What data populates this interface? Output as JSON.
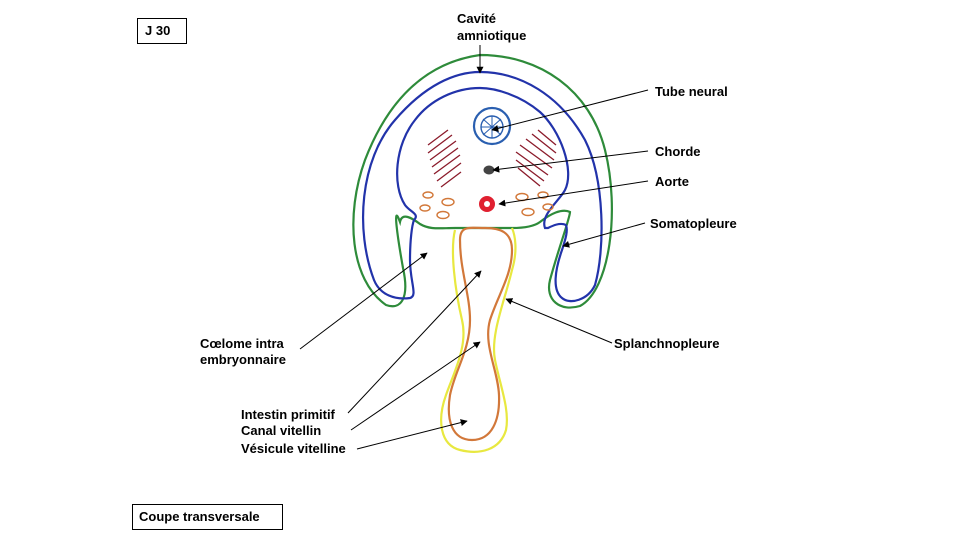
{
  "day_label": "J 30",
  "section_label": "Coupe transversale",
  "labels": {
    "cavite_line1": "Cavité",
    "cavite_line2": "amniotique",
    "tube_neural": "Tube neural",
    "chorde": "Chorde",
    "aorte": "Aorte",
    "somatopleure": "Somatopleure",
    "splanchnopleure": "Splanchnopleure",
    "coelome_line1": "Cœlome intra",
    "coelome_line2": "embryonnaire",
    "intestin": "Intestin primitif",
    "canal": "Canal vitellin",
    "vesicule": "Vésicule vitelline"
  },
  "colors": {
    "ectoderm_outer": "#2e8b3a",
    "amnion": "#2233aa",
    "neural_tube": "#2a5fb0",
    "somite": "#8b1a2a",
    "chorde": "#444444",
    "aorte": "#e02030",
    "gut_endoderm": "#d2783a",
    "mesoderm_outer": "#e8e840"
  }
}
